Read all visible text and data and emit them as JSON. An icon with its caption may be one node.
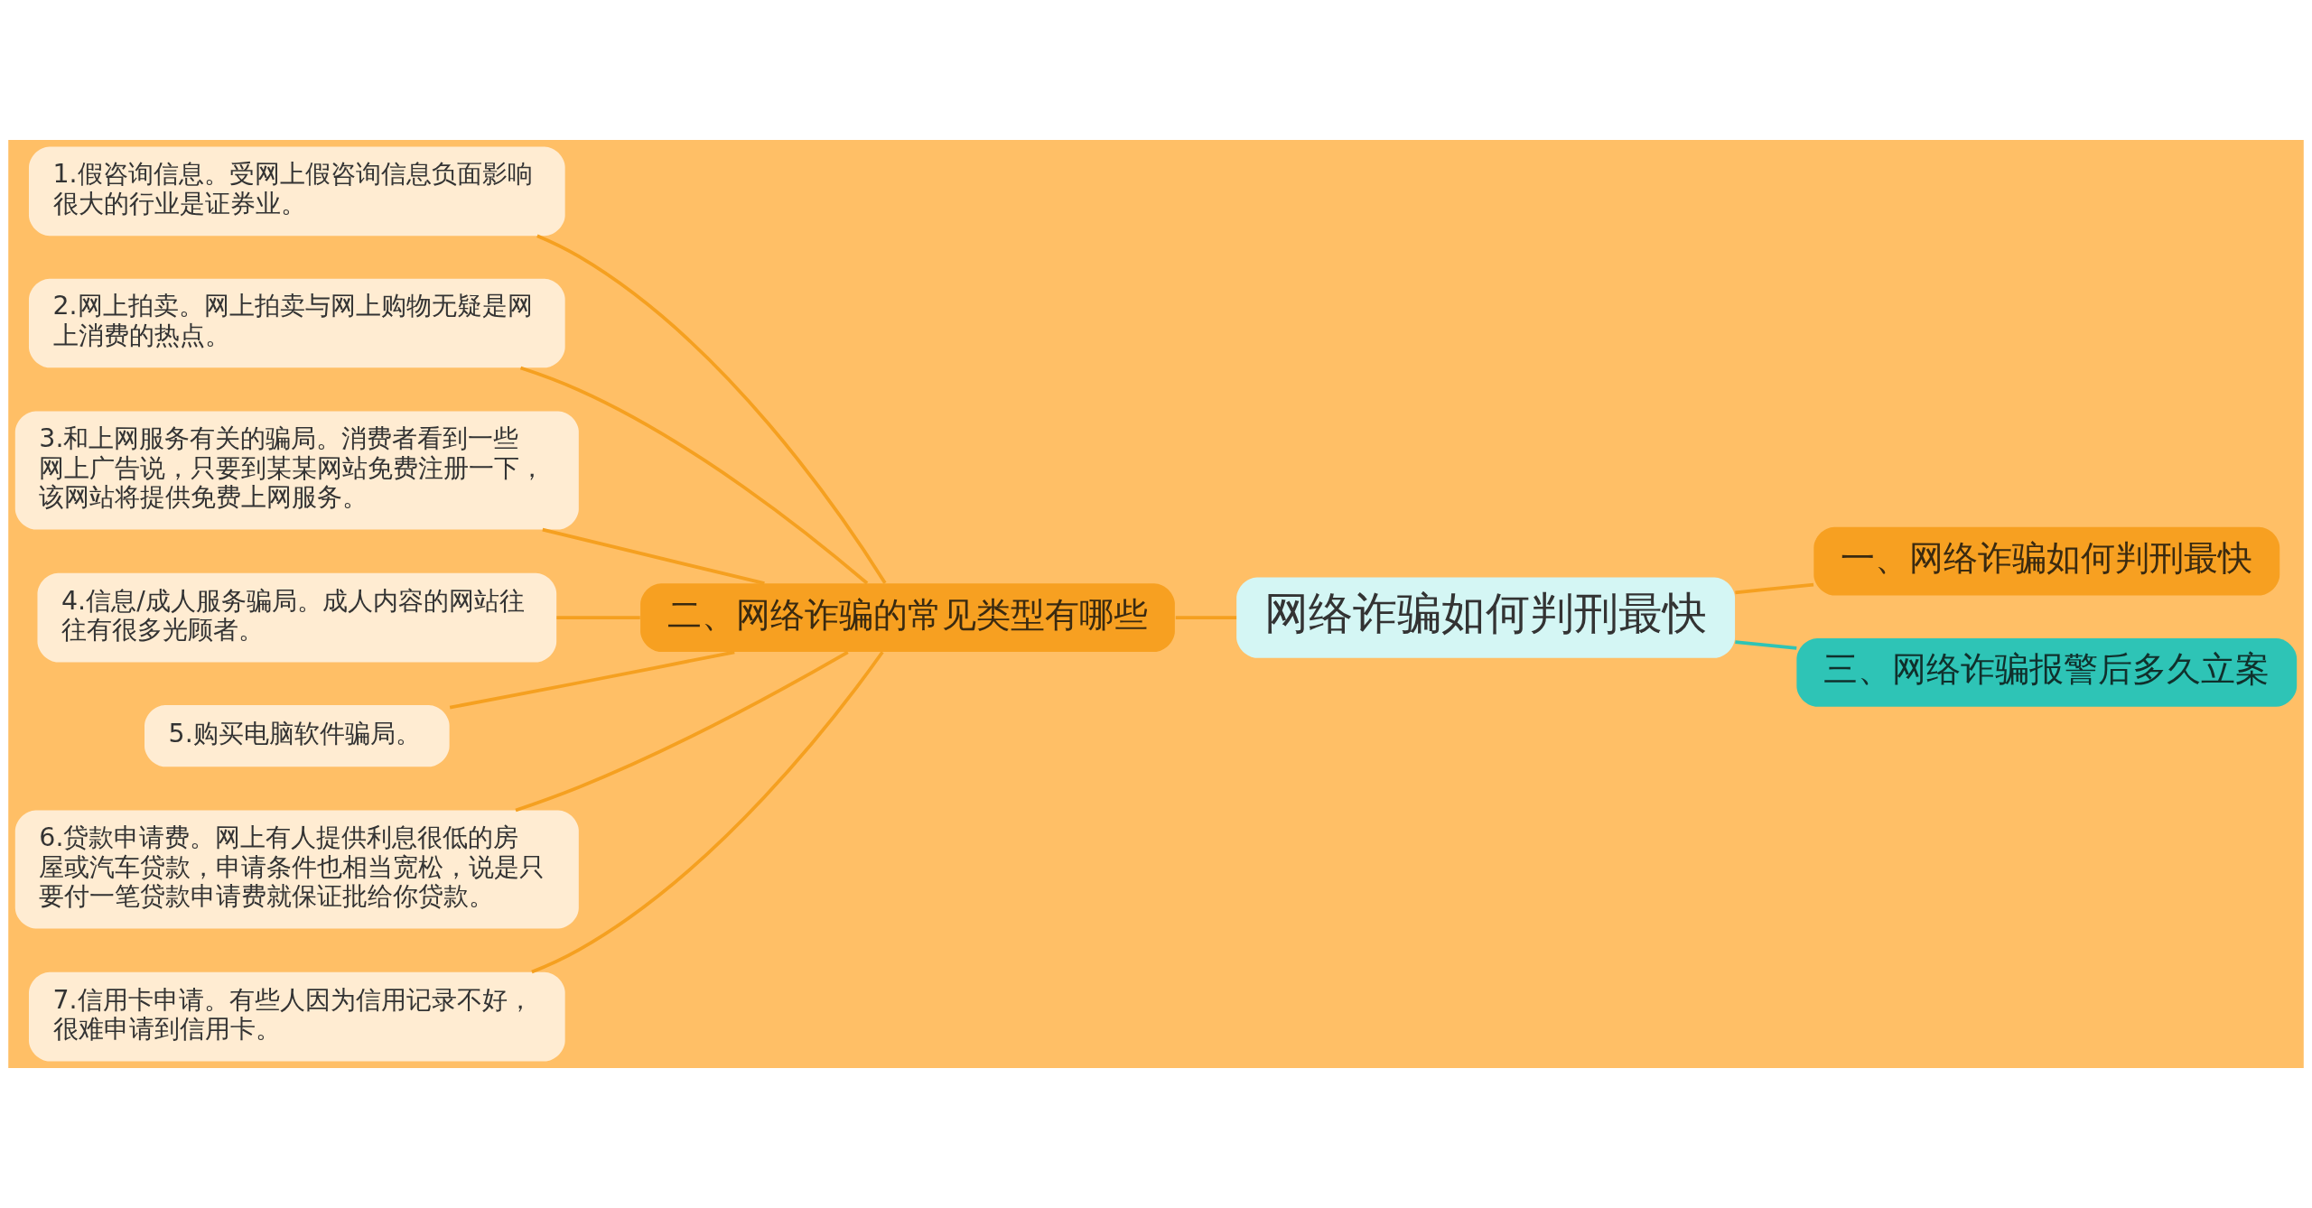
{
  "diagram": {
    "nodes": [
      {
        "text": [
          "网络诈骗如何判刑最快"
        ]
      },
      {
        "text": [
          "二、网络诈骗的常见类型有哪些"
        ]
      },
      {
        "text": [
          "1.假咨询信息。受网上假咨询信息负面影响很大的行业是证券业。"
        ]
      },
      {
        "text": [
          "2.网上拍卖。网上拍卖与网上购物无疑是网上消费的热点。"
        ]
      },
      {
        "text": [
          "3.和上网服务有关的骗局。消费者看到一些网上广告说，只要到某某网站免费注册一下，该网站将提供免费上网服务。"
        ]
      },
      {
        "text": [
          "4.信息/成人服务骗局。成人内容的网站往往有很多光顾者。"
        ]
      },
      {
        "text": [
          "5.购买电脑软件骗局。"
        ]
      },
      {
        "text": [
          "6.贷款申请费。网上有人提供利息很低的房屋或汽车贷款，申请条件也相当宽松，说是只要付一笔贷款申请费就保证批给你贷款。"
        ]
      },
      {
        "text": [
          "7.信用卡申请。有些人因为信用记录不好，很难申请到信用卡。"
        ]
      },
      {
        "text": [
          "一、网络诈骗如何判刑最快"
        ]
      },
      {
        "text": [
          "三、网络诈骗报警后多久立案"
        ]
      }
    ],
    "edges": [
      {
        "from": 0,
        "to": 1,
        "arrow": "none"
      },
      {
        "from": 1,
        "to": 2,
        "arrow": "none"
      },
      {
        "from": 1,
        "to": 3,
        "arrow": "none"
      },
      {
        "from": 1,
        "to": 4,
        "arrow": "none"
      },
      {
        "from": 1,
        "to": 5,
        "arrow": "none"
      },
      {
        "from": 1,
        "to": 6,
        "arrow": "none"
      },
      {
        "from": 1,
        "to": 7,
        "arrow": "none"
      },
      {
        "from": 1,
        "to": 8,
        "arrow": "none"
      },
      {
        "from": 0,
        "to": 9,
        "arrow": "none"
      },
      {
        "from": 0,
        "to": 10,
        "arrow": "none",
        "color": "#2ec4b6"
      }
    ]
  }
}
